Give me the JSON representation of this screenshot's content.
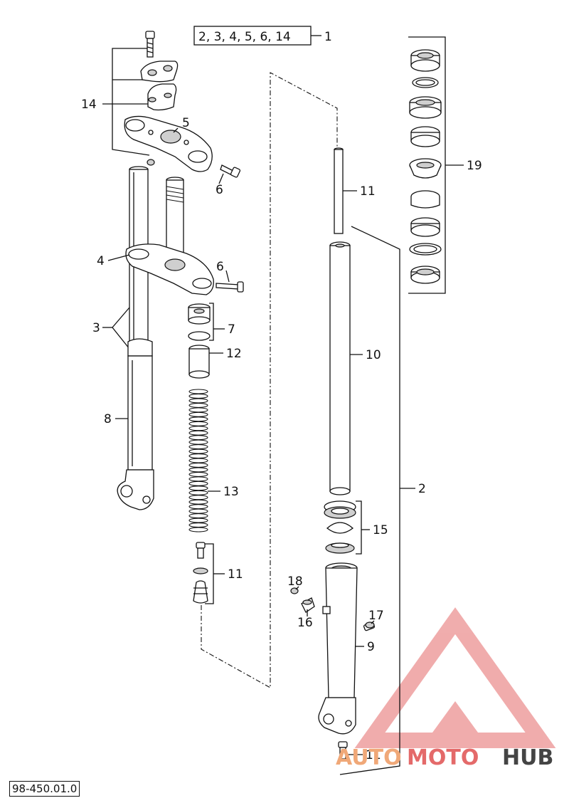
{
  "diagram": {
    "kit_box_label": "2, 3, 4, 5, 6, 14",
    "kit_box_callout": "1",
    "labels": {
      "l14": "14",
      "l5": "5",
      "l6a": "6",
      "l4": "4",
      "l6b": "6",
      "l3": "3",
      "l7": "7",
      "l12": "12",
      "l8": "8",
      "l13": "13",
      "l11a": "11",
      "l11b": "11",
      "l11c": "11",
      "l10": "10",
      "l2": "2",
      "l15": "15",
      "l18": "18",
      "l16": "16",
      "l17": "17",
      "l9": "9",
      "l19": "19"
    },
    "reference_code": "98-450.01.0"
  },
  "watermark": {
    "part1": "AUTO",
    "part2": "MOTO",
    "part3": "HUB",
    "colors": {
      "auto": "#f0a878",
      "moto": "#e46a6a",
      "hub": "#444444",
      "logo": "#e46a6a"
    }
  }
}
